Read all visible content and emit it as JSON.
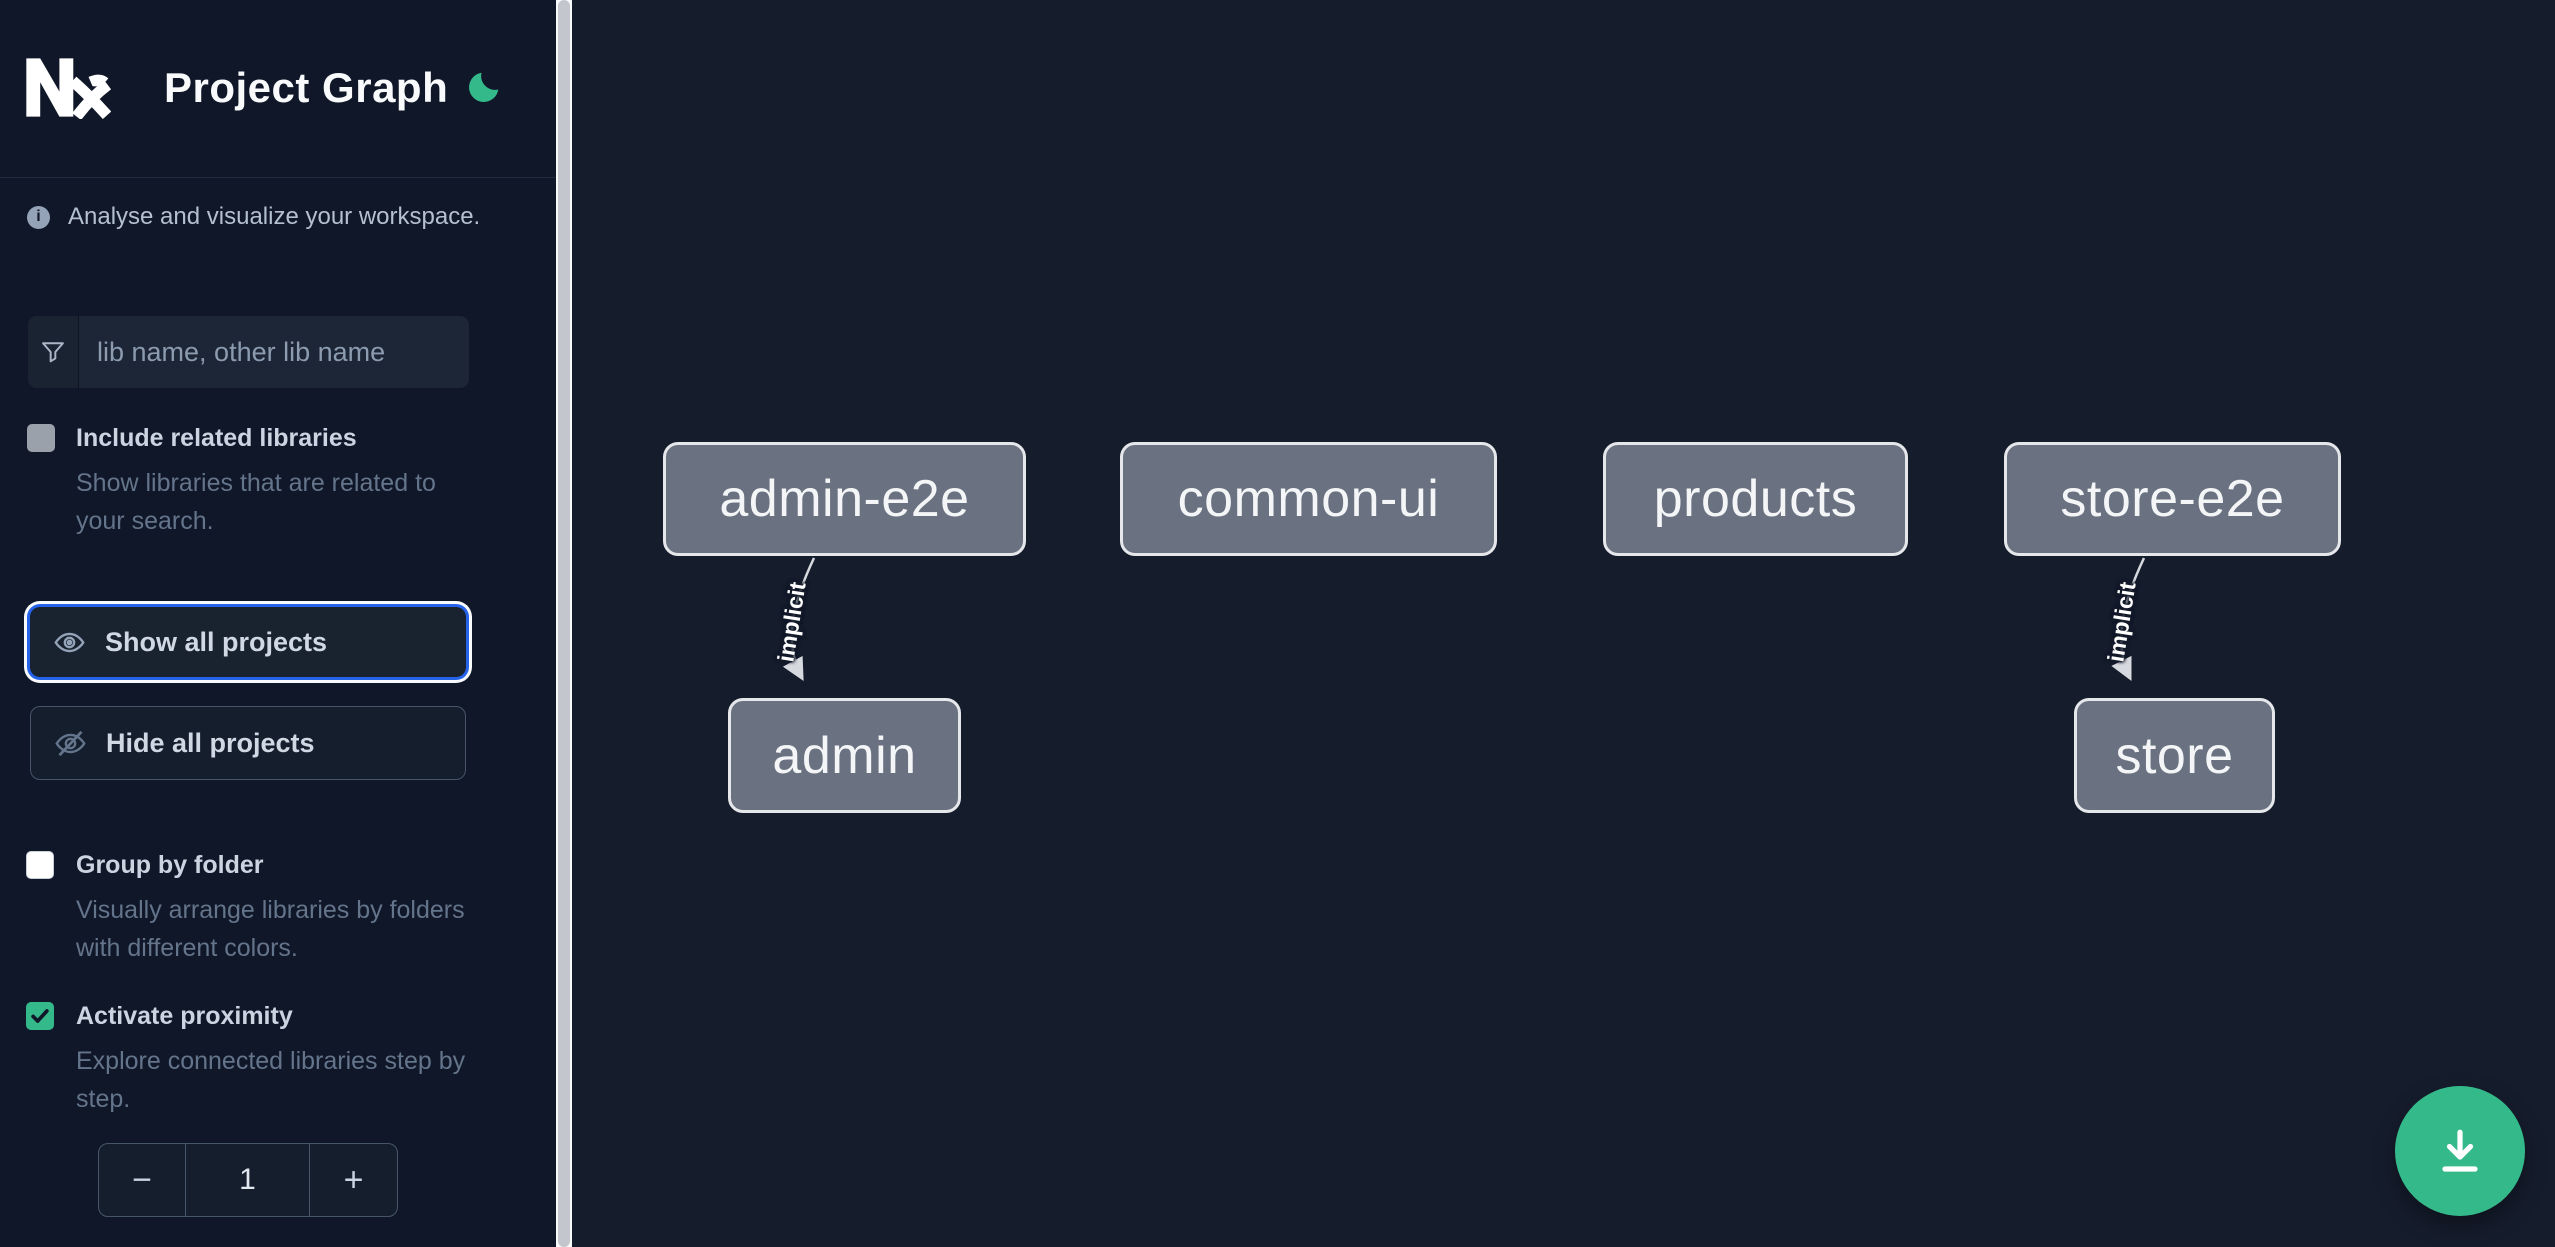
{
  "header": {
    "title": "Project Graph",
    "logo": "nx-logo",
    "theme_toggle_icon": "moon-icon"
  },
  "info": {
    "text": "Analyse and visualize your workspace."
  },
  "search": {
    "placeholder": "lib name, other lib name",
    "value": "",
    "icon": "funnel-icon"
  },
  "options": {
    "include_related": {
      "label": "Include related libraries",
      "description": "Show libraries that are related to your search.",
      "checked": false,
      "disabled": true
    },
    "group_by_folder": {
      "label": "Group by folder",
      "description": "Visually arrange libraries by folders with different colors.",
      "checked": false
    },
    "activate_proximity": {
      "label": "Activate proximity",
      "description": "Explore connected libraries step by step.",
      "checked": true
    }
  },
  "actions": {
    "show_all": "Show all projects",
    "show_all_icon": "eye-icon",
    "show_all_focused": true,
    "hide_all": "Hide all projects",
    "hide_all_icon": "eye-off-icon"
  },
  "stepper": {
    "decrement": "−",
    "value": "1",
    "increment": "+"
  },
  "graph": {
    "nodes": [
      {
        "label": "admin-e2e"
      },
      {
        "label": "common-ui"
      },
      {
        "label": "products"
      },
      {
        "label": "store-e2e"
      },
      {
        "label": "admin"
      },
      {
        "label": "store"
      }
    ],
    "edges": [
      {
        "from": "admin-e2e",
        "to": "admin",
        "label": "implicit"
      },
      {
        "from": "store-e2e",
        "to": "store",
        "label": "implicit"
      }
    ]
  },
  "fab": {
    "icon": "download-icon"
  },
  "colors": {
    "sidebar_bg": "#101728",
    "canvas_bg": "#151c2c",
    "accent_green": "#34b98a",
    "focus_blue": "#2563eb",
    "node_fill": "#6a7180",
    "node_border": "#e5e7eb",
    "edge": "#d6d9de",
    "label_text": "#cbd5e1",
    "muted_text": "#64748b"
  }
}
